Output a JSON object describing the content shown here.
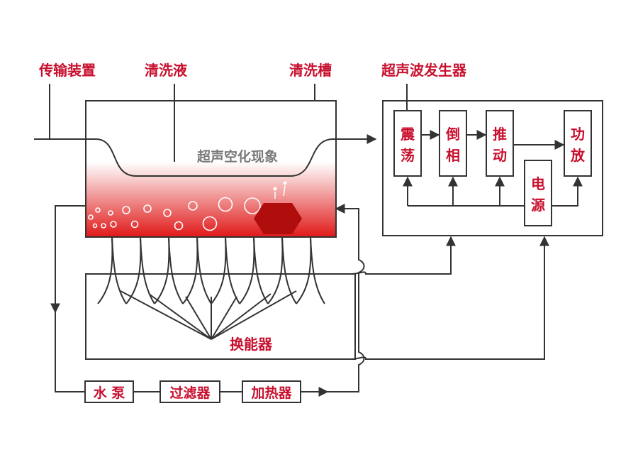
{
  "labels": {
    "conveyor": "传输装置",
    "cleaning_liquid": "清洗液",
    "cleaning_tank": "清洗槽",
    "ultrasonic_generator": "超声波发生器",
    "cavitation": "超声空化现象",
    "transducer": "换能器"
  },
  "generator_modules": [
    {
      "id": "oscillator",
      "chars": [
        "震",
        "荡"
      ]
    },
    {
      "id": "inverter",
      "chars": [
        "倒",
        "相"
      ]
    },
    {
      "id": "driver",
      "chars": [
        "推",
        "动"
      ]
    },
    {
      "id": "power_amp",
      "chars": [
        "功",
        "放"
      ]
    },
    {
      "id": "power_supply",
      "chars": [
        "电",
        "源"
      ]
    }
  ],
  "circulation": [
    {
      "id": "pump",
      "label": "水 泵"
    },
    {
      "id": "filter",
      "label": "过滤器"
    },
    {
      "id": "heater",
      "label": "加热器"
    }
  ],
  "colors": {
    "accent": "#c8102e",
    "liquid": "#e02020",
    "line": "#333333",
    "annotation": "#7a7a7a"
  }
}
